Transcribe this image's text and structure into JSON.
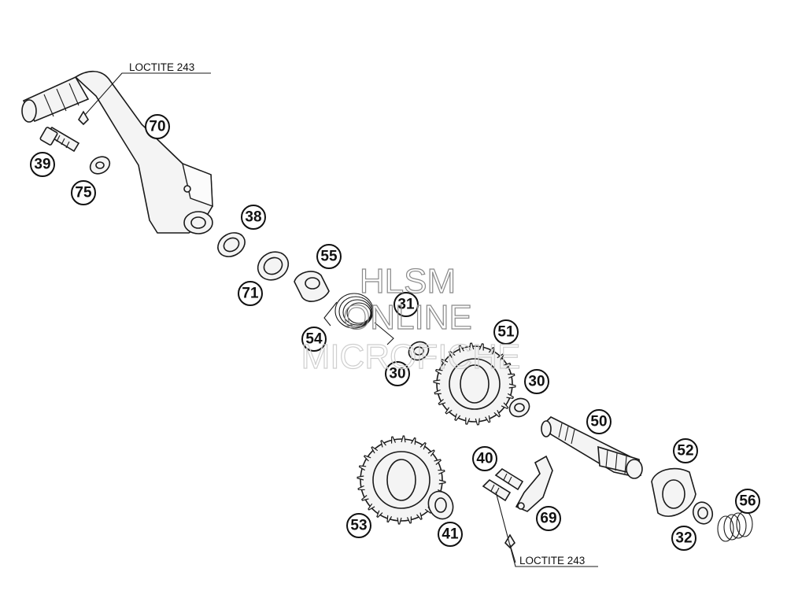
{
  "diagram": {
    "notes": [
      {
        "id": "note-top",
        "text": "LOCTITE 243"
      },
      {
        "id": "note-bottom",
        "text": "LOCTITE 243"
      }
    ],
    "callouts": [
      "70",
      "39",
      "75",
      "38",
      "71",
      "55",
      "31",
      "54",
      "51",
      "30",
      "30",
      "50",
      "52",
      "40",
      "69",
      "53",
      "41",
      "32",
      "56"
    ],
    "watermark": {
      "line1": "HLSM",
      "line2": "ONLINE",
      "line3": "MICROFICHE"
    }
  }
}
